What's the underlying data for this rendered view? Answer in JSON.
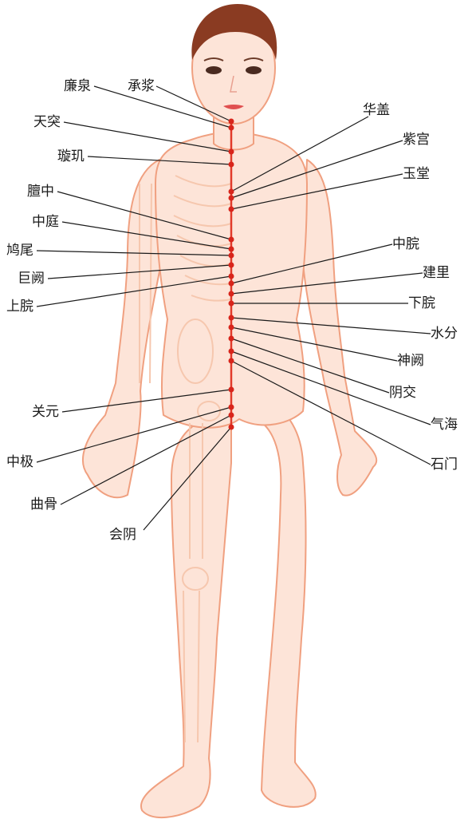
{
  "colors": {
    "skin": "#fde4d8",
    "outline": "#f0a080",
    "bone": "#f6c7ae",
    "meridian": "#e23a2a",
    "point": "#d8251b",
    "hair": "#8a3b22",
    "leader": "#1a1a1a"
  },
  "points": {
    "left": [
      {
        "id": "lianquan",
        "label": "廉泉"
      },
      {
        "id": "chengjiang",
        "label": "承浆"
      },
      {
        "id": "tiantu",
        "label": "天突"
      },
      {
        "id": "xuanji",
        "label": "璇玑"
      },
      {
        "id": "danzhong",
        "label": "膻中"
      },
      {
        "id": "zhongting",
        "label": "中庭"
      },
      {
        "id": "jiuwei",
        "label": "鸠尾"
      },
      {
        "id": "juque",
        "label": "巨阙"
      },
      {
        "id": "shangwan",
        "label": "上脘"
      },
      {
        "id": "guanyuan",
        "label": "关元"
      },
      {
        "id": "zhongji",
        "label": "中极"
      },
      {
        "id": "qugu",
        "label": "曲骨"
      },
      {
        "id": "huiyin",
        "label": "会阴"
      }
    ],
    "right": [
      {
        "id": "huagai",
        "label": "华盖"
      },
      {
        "id": "zigong",
        "label": "紫宫"
      },
      {
        "id": "yutang",
        "label": "玉堂"
      },
      {
        "id": "zhongwan",
        "label": "中脘"
      },
      {
        "id": "jianli",
        "label": "建里"
      },
      {
        "id": "xiawan",
        "label": "下脘"
      },
      {
        "id": "shuifen",
        "label": "水分"
      },
      {
        "id": "shenque",
        "label": "神阙"
      },
      {
        "id": "yinjiao",
        "label": "阴交"
      },
      {
        "id": "qihai",
        "label": "气海"
      },
      {
        "id": "shimen",
        "label": "石门"
      }
    ]
  }
}
